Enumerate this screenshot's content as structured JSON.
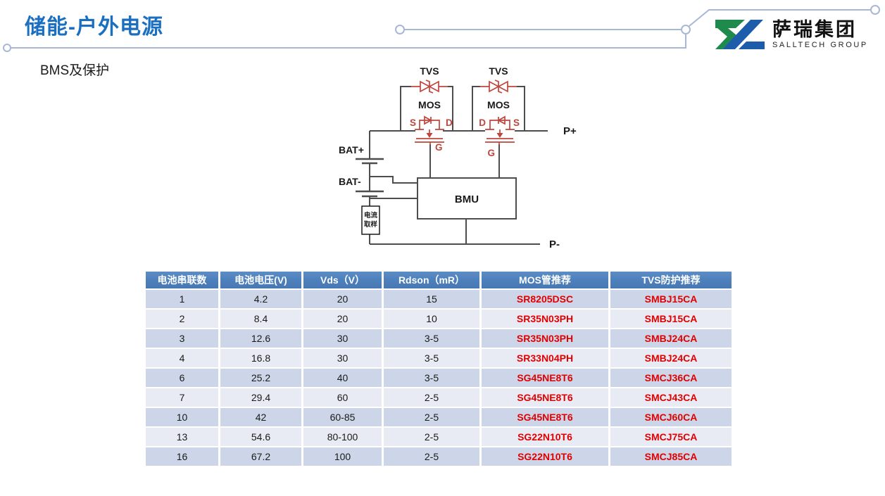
{
  "slide": {
    "title": "储能-户外电源",
    "subtitle": "BMS及保护"
  },
  "logo": {
    "company_cn": "萨瑞集团",
    "company_en": "SALLTECH GROUP",
    "icon_green": "#1e8a4c",
    "icon_blue": "#1d5cab"
  },
  "circuit": {
    "tvs1_label": "TVS",
    "tvs2_label": "TVS",
    "mos1_label": "MOS",
    "mos2_label": "MOS",
    "mos1_s": "S",
    "mos1_d": "D",
    "mos1_g": "G",
    "mos2_d": "D",
    "mos2_s": "S",
    "mos2_g": "G",
    "bat_plus": "BAT+",
    "bat_minus": "BAT-",
    "bmu_label": "BMU",
    "p_plus": "P+",
    "p_minus": "P-",
    "sampling_line1": "电流",
    "sampling_line2": "取样",
    "wire_color": "#4d4d4d",
    "symbol_color": "#c0453c"
  },
  "table": {
    "headers": [
      "电池串联数",
      "电池电压(V)",
      "Vds（V）",
      "Rdson（mR）",
      "MOS管推荐",
      "TVS防护推荐"
    ],
    "rows": [
      [
        "1",
        "4.2",
        "20",
        "15",
        "SR8205DSC",
        "SMBJ15CA"
      ],
      [
        "2",
        "8.4",
        "20",
        "10",
        "SR35N03PH",
        "SMBJ15CA"
      ],
      [
        "3",
        "12.6",
        "30",
        "3-5",
        "SR35N03PH",
        "SMBJ24CA"
      ],
      [
        "4",
        "16.8",
        "30",
        "3-5",
        "SR33N04PH",
        "SMBJ24CA"
      ],
      [
        "6",
        "25.2",
        "40",
        "3-5",
        "SG45NE8T6",
        "SMCJ36CA"
      ],
      [
        "7",
        "29.4",
        "60",
        "2-5",
        "SG45NE8T6",
        "SMCJ43CA"
      ],
      [
        "10",
        "42",
        "60-85",
        "2-5",
        "SG45NE8T6",
        "SMCJ60CA"
      ],
      [
        "13",
        "54.6",
        "80-100",
        "2-5",
        "SG22N10T6",
        "SMCJ75CA"
      ],
      [
        "16",
        "67.2",
        "100",
        "2-5",
        "SG22N10T6",
        "SMCJ85CA"
      ]
    ],
    "colors": {
      "header_bg": "#4e81bd",
      "row_odd": "#cdd6e8",
      "row_even": "#e9ebf4",
      "accent_text": "#e10000"
    }
  }
}
